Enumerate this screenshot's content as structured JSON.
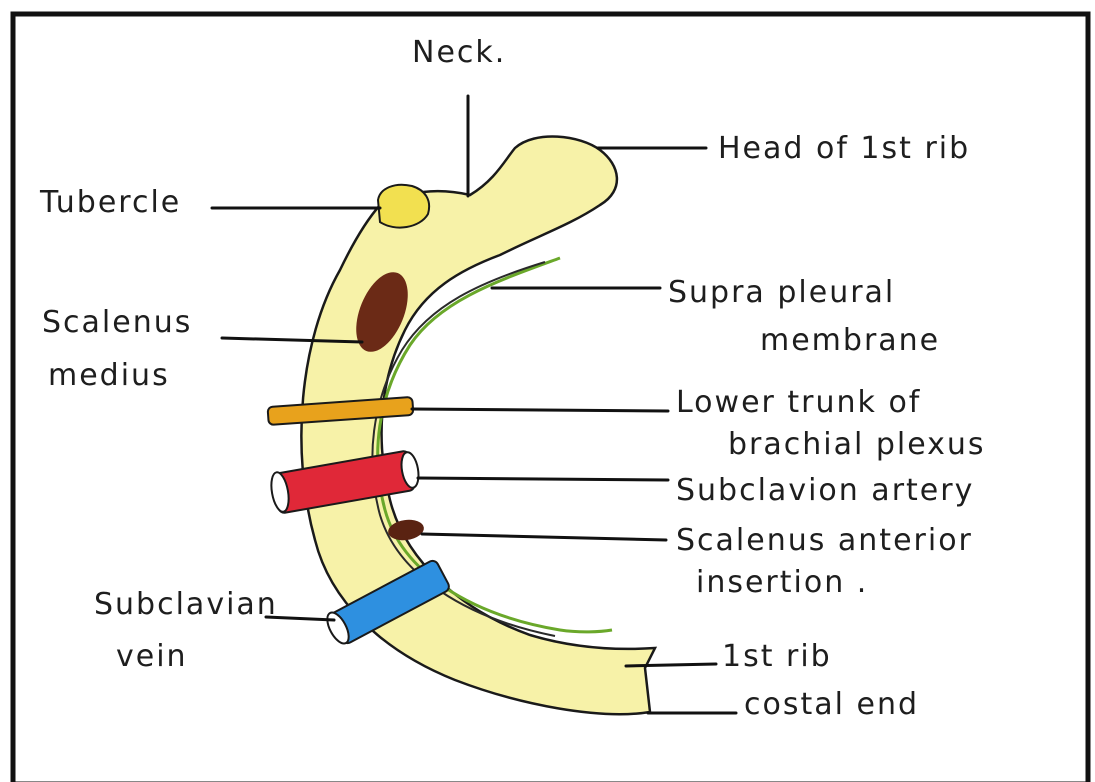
{
  "labels": {
    "neck": "Neck.",
    "head": "Head of 1st rib",
    "tubercle": "Tubercle",
    "scalenus_medius_1": "Scalenus",
    "scalenus_medius_2": "medius",
    "suprapleural_1": "Supra pleural",
    "suprapleural_2": "membrane",
    "lower_trunk_1": "Lower trunk of",
    "lower_trunk_2": "brachial plexus",
    "subclavian_artery": "Subclavion artery",
    "scalenus_anterior_1": "Scalenus anterior",
    "scalenus_anterior_2": "insertion .",
    "subclavian_vein_1": "Subclavian",
    "subclavian_vein_2": "vein",
    "first_rib": "1st rib",
    "costal_end": "costal end"
  },
  "colors": {
    "border": "#111111",
    "rib_fill": "#f7f2a8",
    "rib_outline": "#1a1a1a",
    "tubercle": "#f2e050",
    "scalenus_medius": "#6b2a16",
    "suprapleural_membrane": "#6aa82a",
    "lower_trunk": "#e8a21c",
    "subclavian_artery": "#e02838",
    "scalenus_anterior": "#5a2312",
    "subclavian_vein": "#2e90e0"
  }
}
